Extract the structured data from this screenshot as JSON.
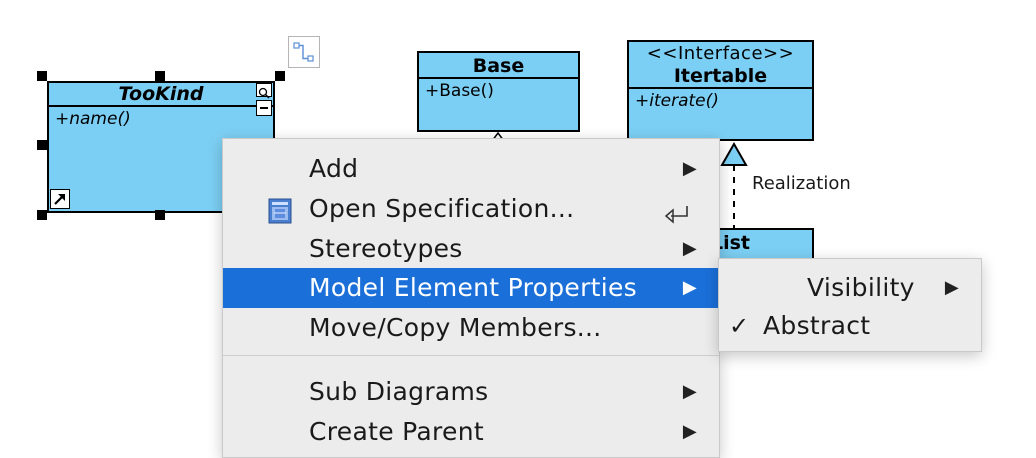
{
  "diagram": {
    "tookind": {
      "name": "TooKind",
      "operation": "+name()"
    },
    "base": {
      "name": "Base",
      "operation": "+Base()"
    },
    "iterable": {
      "stereotype": "<<Interface>>",
      "name": "Itertable",
      "operation": "+iterate()"
    },
    "list_fragment": "List",
    "realization_label": "Realization"
  },
  "context_menu": {
    "items": [
      {
        "label": "Add",
        "submenu": true
      },
      {
        "label": "Open Specification...",
        "shortcut": "enter-icon"
      },
      {
        "label": "Stereotypes",
        "submenu": true
      },
      {
        "label": "Model Element Properties",
        "submenu": true,
        "highlighted": true
      },
      {
        "label": "Move/Copy Members..."
      },
      {
        "label": "Sub Diagrams",
        "submenu": true
      },
      {
        "label": "Create Parent",
        "submenu": true
      }
    ]
  },
  "submenu": {
    "items": [
      {
        "label": "Visibility",
        "submenu": true
      },
      {
        "label": "Abstract",
        "checked": true
      }
    ]
  },
  "colors": {
    "class_fill": "#7ccff4",
    "menu_bg": "#ececec",
    "highlight": "#1a6fd9"
  }
}
